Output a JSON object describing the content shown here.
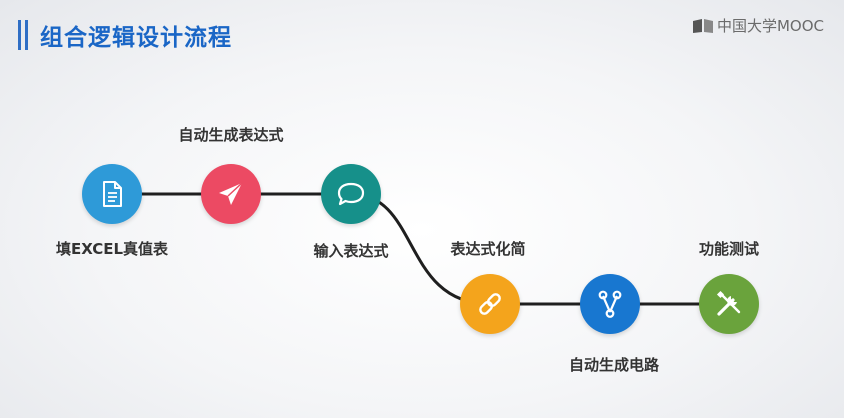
{
  "header": {
    "title": "组合逻辑设计流程"
  },
  "logo": {
    "text": "中国大学MOOC"
  },
  "steps": [
    {
      "label": "填EXCEL真值表",
      "icon": "document-icon",
      "color": "#2e9ad8"
    },
    {
      "label": "自动生成表达式",
      "icon": "paper-plane-icon",
      "color": "#ec4a63"
    },
    {
      "label": "输入表达式",
      "icon": "speech-bubble-icon",
      "color": "#16908a"
    },
    {
      "label": "表达式化简",
      "icon": "link-icon",
      "color": "#f4a41c"
    },
    {
      "label": "自动生成电路",
      "icon": "branch-icon",
      "color": "#1877d0"
    },
    {
      "label": "功能测试",
      "icon": "tools-icon",
      "color": "#6aa33c"
    }
  ]
}
